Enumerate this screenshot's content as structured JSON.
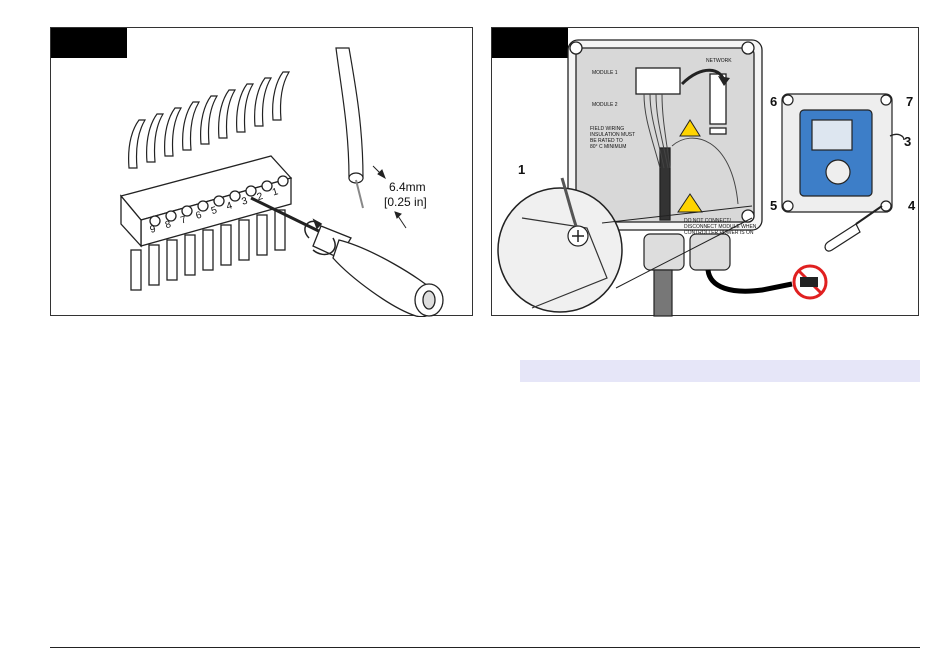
{
  "figure_left": {
    "dimension_mm": "6.4mm",
    "dimension_in": "[0.25 in]",
    "terminal_numbers": [
      "1",
      "2",
      "3",
      "4",
      "5",
      "6",
      "7",
      "8",
      "9"
    ]
  },
  "figure_right": {
    "callouts": {
      "c1": "1",
      "c3": "3",
      "c4": "4",
      "c5": "5",
      "c6": "6",
      "c7": "7"
    },
    "labels": {
      "network": "NETWORK",
      "module1": "MODULE 1",
      "module2": "MODULE 2",
      "field_wiring_1": "FIELD WIRING",
      "field_wiring_2": "INSULATION MUST",
      "field_wiring_3": "BE RATED TO",
      "field_wiring_4": "80° C MINIMUM",
      "warning_1": "DO NOT CONNECT/",
      "warning_2": "DISCONNECT MODULE WHEN",
      "warning_3": "CONTROLLER POWER IS ON"
    }
  }
}
